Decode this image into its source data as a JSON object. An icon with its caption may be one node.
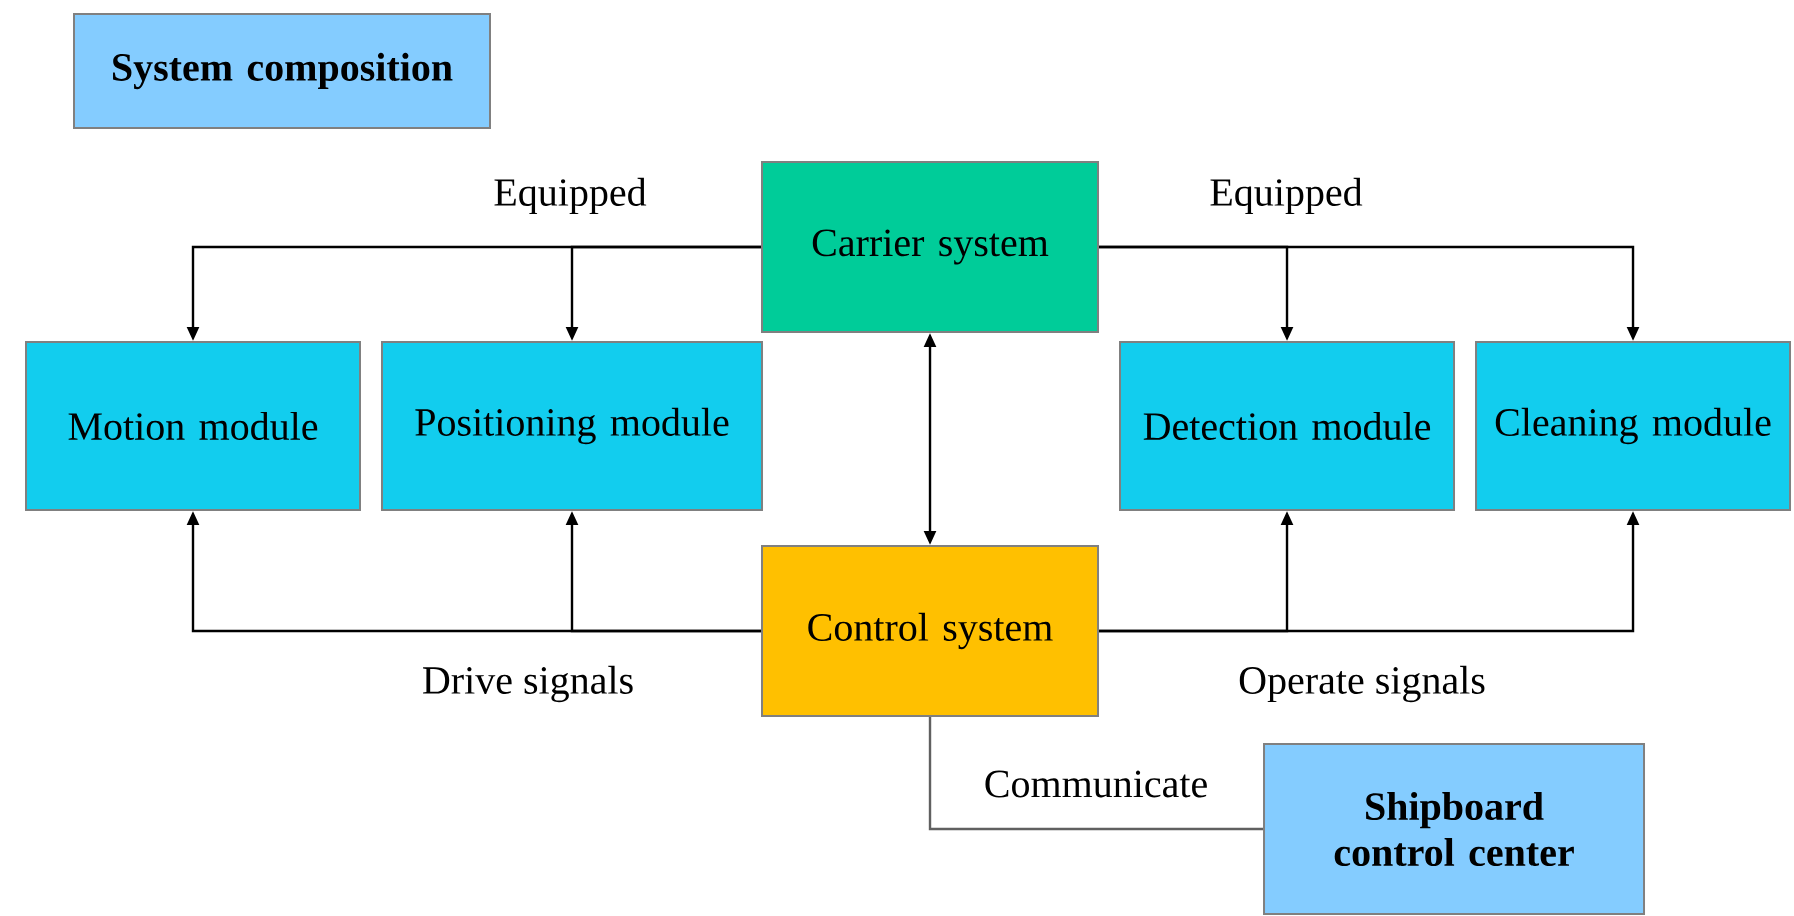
{
  "diagram": {
    "nodes": [
      {
        "text": [
          "System composition"
        ]
      },
      {
        "text": [
          "Carrier system"
        ]
      },
      {
        "text": [
          "Motion module"
        ]
      },
      {
        "text": [
          "Positioning module"
        ]
      },
      {
        "text": [
          "Detection module"
        ]
      },
      {
        "text": [
          "Cleaning module"
        ]
      },
      {
        "text": [
          "Control system"
        ]
      },
      {
        "text": [
          "Shipboard control center"
        ]
      }
    ],
    "edges": [
      {
        "from": 1,
        "to": 2,
        "arrow": "to"
      },
      {
        "from": 1,
        "to": 3,
        "arrow": "to",
        "label": "Equipped"
      },
      {
        "from": 1,
        "to": 4,
        "arrow": "to",
        "label": "Equipped"
      },
      {
        "from": 1,
        "to": 5,
        "arrow": "to"
      },
      {
        "from": 1,
        "to": 6,
        "arrow": "both"
      },
      {
        "from": 6,
        "to": 2,
        "arrow": "to"
      },
      {
        "from": 6,
        "to": 3,
        "arrow": "to",
        "label": "Drive signals"
      },
      {
        "from": 6,
        "to": 4,
        "arrow": "to",
        "label": "Operate signals"
      },
      {
        "from": 6,
        "to": 5,
        "arrow": "to"
      },
      {
        "from": 6,
        "to": 7,
        "arrow": "none",
        "label": "Communicate",
        "color": "#606060"
      }
    ]
  }
}
